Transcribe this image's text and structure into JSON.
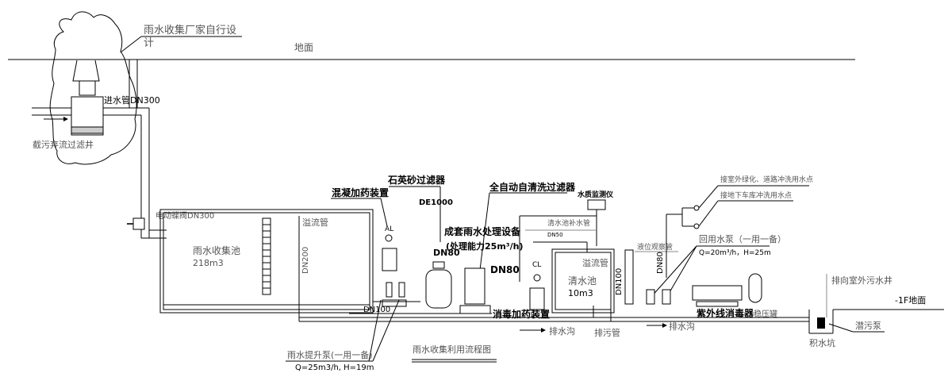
{
  "title": "雨水收集利用流程图",
  "labels": {
    "vendor_note_line1": "雨水收集厂家自行设",
    "vendor_note_line2": "计",
    "ground": "地面",
    "inlet_pipe": "进水管DN300",
    "filter_well": "截污弃流过滤井",
    "butterfly_valve": "电动蝶阀DN300",
    "collection_tank": "雨水收集池",
    "collection_tank_volume": "218m3",
    "overflow_pipe_1": "溢流管",
    "dn200": "DN200",
    "dn100_a": "DN100",
    "coag_dosing": "混凝加药装置",
    "al_tag": "AL",
    "sand_filter": "石英砂过滤器",
    "de1000": "DE1000",
    "dn80_a": "DN80",
    "auto_filter": "全自动自清洗过滤器",
    "treatment_set": "成套雨水处理设备",
    "treatment_capacity": "(处理能力25m³/h)",
    "dn80_b": "DN80",
    "water_quality_meter": "水质监测仪",
    "makeup_pipe": "清水池补水管",
    "dn50": "DN50",
    "cl_tag": "CL",
    "overflow_pipe_2": "溢流管",
    "clear_tank": "清水池",
    "clear_tank_volume": "10m3",
    "dn100_b": "DN100",
    "level_tube": "液位观察管",
    "dn80_c": "DN80",
    "outdoor_use": "接室外绿化、道路冲洗用水点",
    "garage_use": "接地下车库冲洗用水点",
    "reuse_pump": "回用水泵（一用一备）",
    "reuse_pump_spec": "Q=20m³/h，H=25m",
    "disinfect_dosing": "消毒加药装置",
    "uv_sterilizer": "紫外线消毒器",
    "pressure_tank": "稳压罐",
    "drain_ditch_1": "排水沟",
    "sewage_pipe": "排污管",
    "drain_ditch_2": "排水沟",
    "to_sewer": "排向室外污水井",
    "floor_b1": "-1F地面",
    "sump_pump": "潜污泵",
    "sump_pit": "积水坑",
    "lift_pump": "雨水提升泵(一用一备)",
    "lift_pump_spec": "Q=25m3/h, H=19m"
  }
}
